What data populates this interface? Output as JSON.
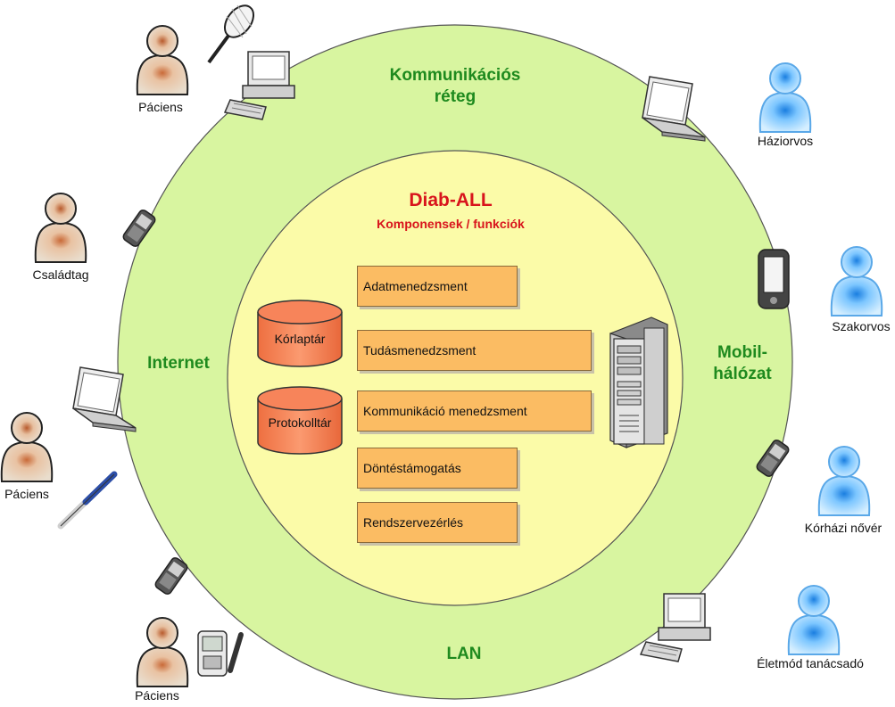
{
  "center": {
    "title": "Diab-ALL",
    "subtitle": "Komponensek / funkciók"
  },
  "rings": {
    "communication": "Kommunikációs réteg",
    "communication_line1": "Kommunikációs",
    "communication_line2": "réteg",
    "internet": "Internet",
    "mobile_line1": "Mobil-",
    "mobile_line2": "hálózat",
    "lan": "LAN"
  },
  "components": [
    "Adatmenedzsment",
    "Tudásmenedzsment",
    "Kommunikáció menedzsment",
    "Döntéstámogatás",
    "Rendszervezérlés"
  ],
  "databases": [
    "Kórlaptár",
    "Protokolltár"
  ],
  "actors": {
    "patient_top": "Páciens",
    "family_member": "Családtag",
    "patient_left": "Páciens",
    "patient_bottom": "Páciens",
    "gp": "Háziorvos",
    "specialist": "Szakorvos",
    "nurse": "Kórházi nővér",
    "lifestyle_advisor": "Életmód tanácsadó"
  },
  "colors": {
    "outer_ring": "#d8f5a0",
    "inner_circle": "#fbfba8",
    "box_fill": "#fbbc63",
    "cylinder_fill": "#f7845a",
    "ring_label": "#1e8a1e",
    "title": "#d8141c",
    "patient_person": "#e6d6c4",
    "staff_person": "#8fd0ff"
  },
  "icons": {
    "patient": "person-beige-icon",
    "staff": "person-blue-icon",
    "desktop": "desktop-computer-icon",
    "laptop": "laptop-icon",
    "phone": "mobile-phone-icon",
    "pda": "pda-icon",
    "server": "server-tower-icon",
    "racket": "tennis-racket-icon",
    "pen": "insulin-pen-icon",
    "glucometer": "glucose-meter-icon"
  }
}
